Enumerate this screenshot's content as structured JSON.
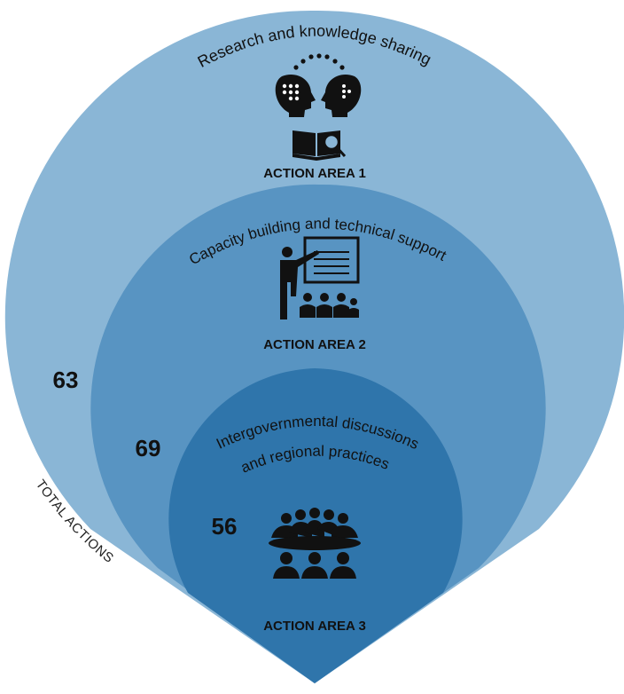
{
  "areas": [
    {
      "label": "ACTION AREA 1",
      "title": "Research and knowledge sharing",
      "total_actions": "63",
      "icon": "two-heads-knowledge-icon",
      "color": "#8ab6d6"
    },
    {
      "label": "ACTION AREA 2",
      "title": "Capacity building and technical support",
      "total_actions": "69",
      "icon": "presentation-teacher-icon",
      "color": "#5894c2"
    },
    {
      "label": "ACTION AREA 3",
      "title_line1": "Intergovernmental discussions",
      "title_line2": "and regional practices",
      "total_actions": "56",
      "icon": "meeting-group-icon",
      "color": "#2f75ab"
    }
  ],
  "total_label": "TOTAL ACTIONS"
}
